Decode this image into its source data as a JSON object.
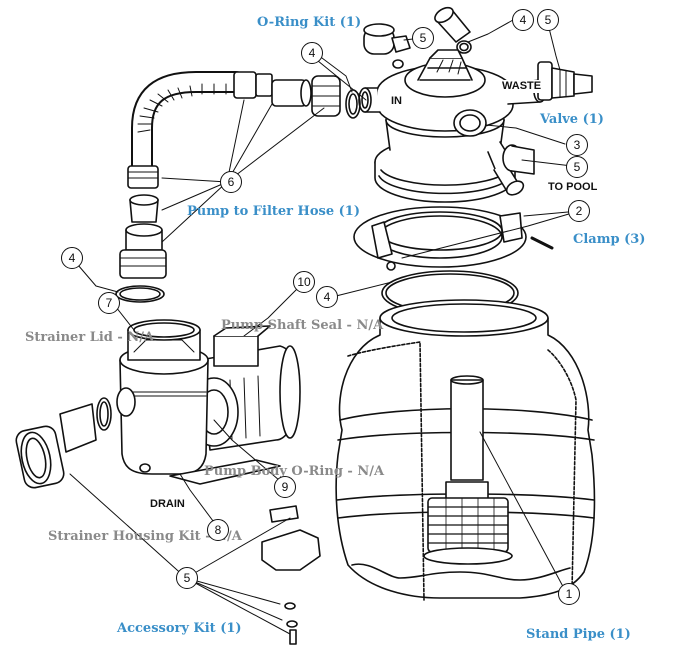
{
  "colors": {
    "label_blue": "#3a8fc8",
    "label_gray": "#8a8a8a",
    "line": "#111111"
  },
  "labels": {
    "oring_kit": "O-Ring Kit (1)",
    "valve": "Valve (1)",
    "pump_to_filter_hose": "Pump to Filter Hose (1)",
    "clamp": "Clamp (3)",
    "strainer_lid": "Strainer Lid - N/A",
    "pump_shaft_seal": "Pump Shaft Seal - N/A",
    "pump_body_oring": "Pump Body O-Ring - N/A",
    "strainer_housing_kit": "Strainer Housing Kit - N/A",
    "accessory_kit": "Accessory Kit (1)",
    "stand_pipe": "Stand Pipe (1)"
  },
  "markings": {
    "in": "IN",
    "waste": "WASTE",
    "to_pool": "TO POOL",
    "drain": "DRAIN"
  },
  "callouts": {
    "c4_oring": "4",
    "c5_top_right": "5",
    "c5_top_left": "5",
    "c4_left_top": "4",
    "c3_valve": "3",
    "c5_valve": "5",
    "c6_hose": "6",
    "c2_clamp": "2",
    "c4_left": "4",
    "c4_mid": "4",
    "c7_lid": "7",
    "c10_seal": "10",
    "c9_body": "9",
    "c8_drain": "8",
    "c5_accessory": "5",
    "c1_standpipe": "1"
  }
}
